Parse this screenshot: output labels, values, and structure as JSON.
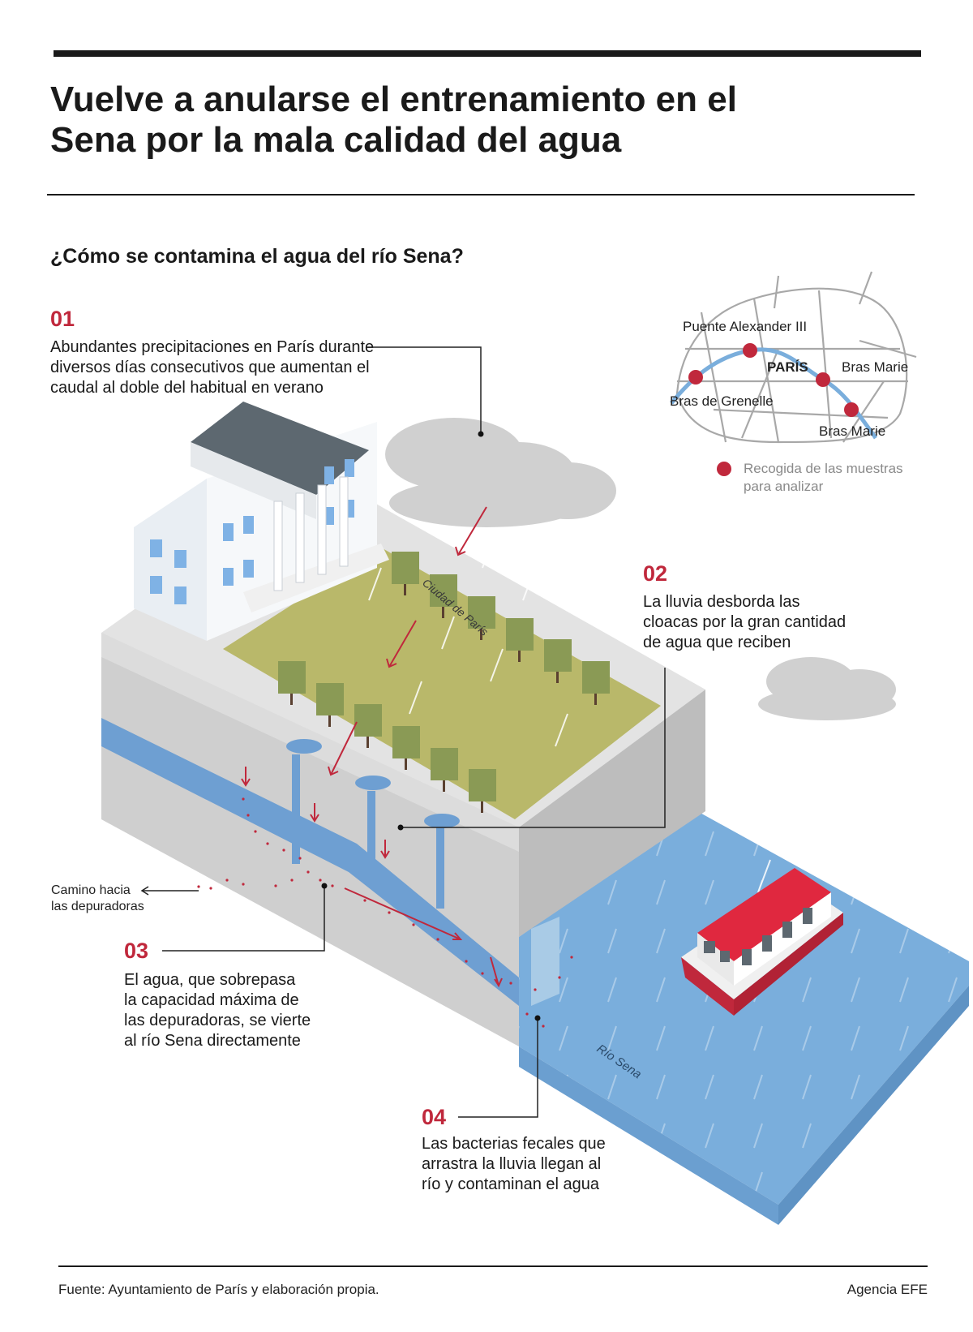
{
  "header": {
    "title_line1": "Vuelve a anularse el entrenamiento en el",
    "title_line2": "Sena por la mala calidad del agua",
    "subtitle": "¿Cómo se contamina el agua del río Sena?"
  },
  "steps": [
    {
      "num": "01",
      "lines": [
        "Abundantes precipitaciones en París durante",
        "diversos días consecutivos que aumentan el",
        "caudal al doble del habitual en verano"
      ]
    },
    {
      "num": "02",
      "lines": [
        "La lluvia desborda las",
        "cloacas por la gran cantidad",
        "de agua que reciben"
      ]
    },
    {
      "num": "03",
      "lines": [
        "El agua, que sobrepasa",
        "la capacidad máxima de",
        "las depuradoras, se vierte",
        "al río Sena directamente"
      ]
    },
    {
      "num": "04",
      "lines": [
        "Las bacterias fecales que",
        "arrastra la lluvia llegan al",
        "río y contaminan el agua"
      ]
    }
  ],
  "labels": {
    "camino_line1": "Camino hacia",
    "camino_line2": "las depuradoras",
    "ciudad": "Ciudad de París",
    "rio": "Río Sena"
  },
  "map": {
    "city": "PARÍS",
    "points": [
      "Puente Alexander III",
      "Bras Marie",
      "Bras de Grenelle",
      "Bras Marie"
    ],
    "legend_line1": "Recogida de las muestras",
    "legend_line2": "para analizar"
  },
  "footer": {
    "source": "Fuente: Ayuntamiento de París y elaboración propia.",
    "credit": "Agencia EFE"
  },
  "colors": {
    "accent_red": "#c0283c",
    "water_blue": "#7aaedc",
    "grass": "#b9b86a",
    "tree": "#8a9a55",
    "ground": "#d6d6d6",
    "roof": "#5d6870"
  }
}
